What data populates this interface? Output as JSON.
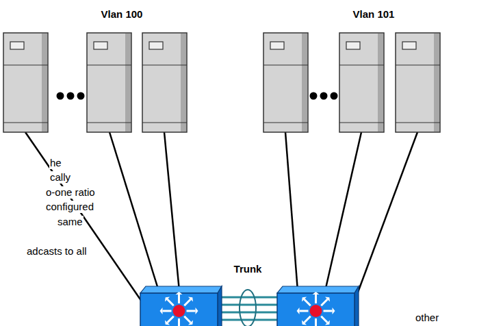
{
  "diagram": {
    "labels": [
      "Vlan 100",
      "Vlan 101",
      "Trunk",
      "he",
      "cally",
      "o-one ratio",
      "configured",
      "same",
      "adcasts to all",
      "other"
    ]
  }
}
